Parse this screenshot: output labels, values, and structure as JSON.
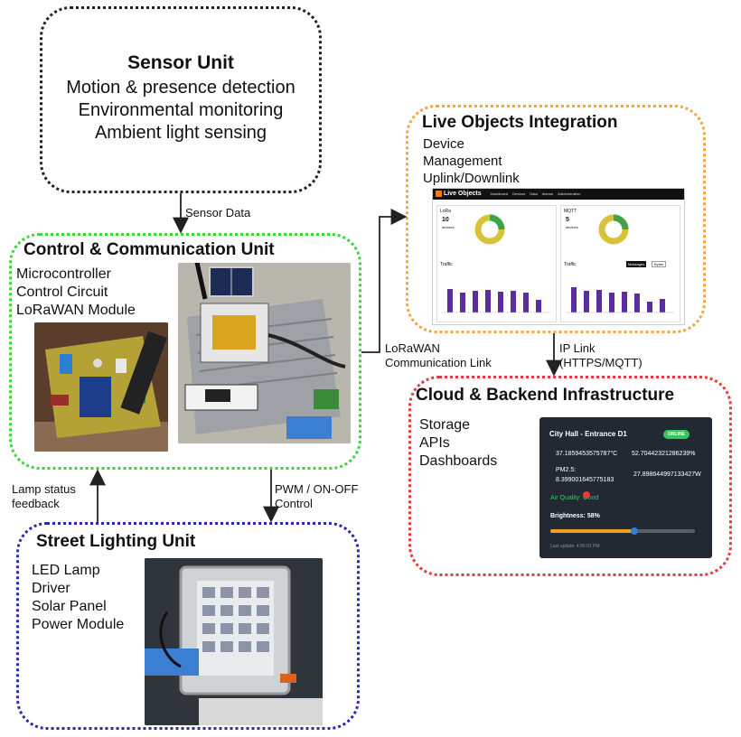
{
  "sensor_unit": {
    "title": "Sensor Unit",
    "lines": [
      "Motion & presence detection",
      "Environmental monitoring",
      "Ambient light sensing"
    ]
  },
  "control_unit": {
    "title": "Control & Communication Unit",
    "lines": [
      "Microcontroller",
      "Control Circuit",
      "LoRaWAN Module"
    ]
  },
  "street_unit": {
    "title": "Street Lighting Unit",
    "lines": [
      "LED Lamp",
      "Driver",
      "Solar Panel",
      "Power Module"
    ]
  },
  "live_objects": {
    "title": "Live Objects Integration",
    "lines": [
      "Device",
      "Management",
      "Uplink/Downlink"
    ],
    "dashboard": {
      "app_name": "Live Objects",
      "nav_items": [
        "Dashboard",
        "Devices",
        "Data",
        "Alarms",
        "Administration"
      ],
      "panel_left_label": "LoRa",
      "panel_right_label": "MQTT",
      "left_count": "10",
      "right_count": "5",
      "count_unit": "devices",
      "left_traffic_label": "Traffic",
      "right_traffic_label": "Traffic",
      "buttons": [
        "Messages",
        "Bytes"
      ]
    }
  },
  "cloud": {
    "title": "Cloud & Backend Infrastructure",
    "lines": [
      "Storage",
      "APIs",
      "Dashboards"
    ],
    "widget": {
      "location": "City Hall - Entrance D1",
      "status": "ONLINE",
      "row1_left": "37.1859453575787°C",
      "row1_right": "52.70442321286239%",
      "row2_label": "PM2.5:",
      "row2_left": "8.399001645775183",
      "row2_right": "27.898644997133427W",
      "air_quality": "Air Quality: Good",
      "brightness": "Brightness: 58%",
      "brightness_fraction": 0.58,
      "last_update": "Last update: 4:05:01 PM"
    }
  },
  "arrows": {
    "sensor_data": "Sensor Data",
    "lorawan": [
      "LoRaWAN",
      "Communication Link"
    ],
    "ip_link": [
      "IP Link",
      "(HTTPS/MQTT)"
    ],
    "lamp_status": [
      "Lamp status",
      "feedback"
    ],
    "pwm": [
      "PWM / ON-OFF",
      "Control"
    ]
  },
  "colors": {
    "sensor_border": "#222222",
    "control_border": "#3fd23f",
    "live_border": "#f0a546",
    "cloud_border": "#e03c3c",
    "street_border": "#2a2aa8",
    "accent_green": "#34c759",
    "chart_purple": "#5b2d9e",
    "donut_yellow": "#d8c23a"
  },
  "icons": [
    "arrow-head-icon",
    "solar-panel-icon",
    "led-lamp-icon",
    "circuit-board-icon"
  ]
}
